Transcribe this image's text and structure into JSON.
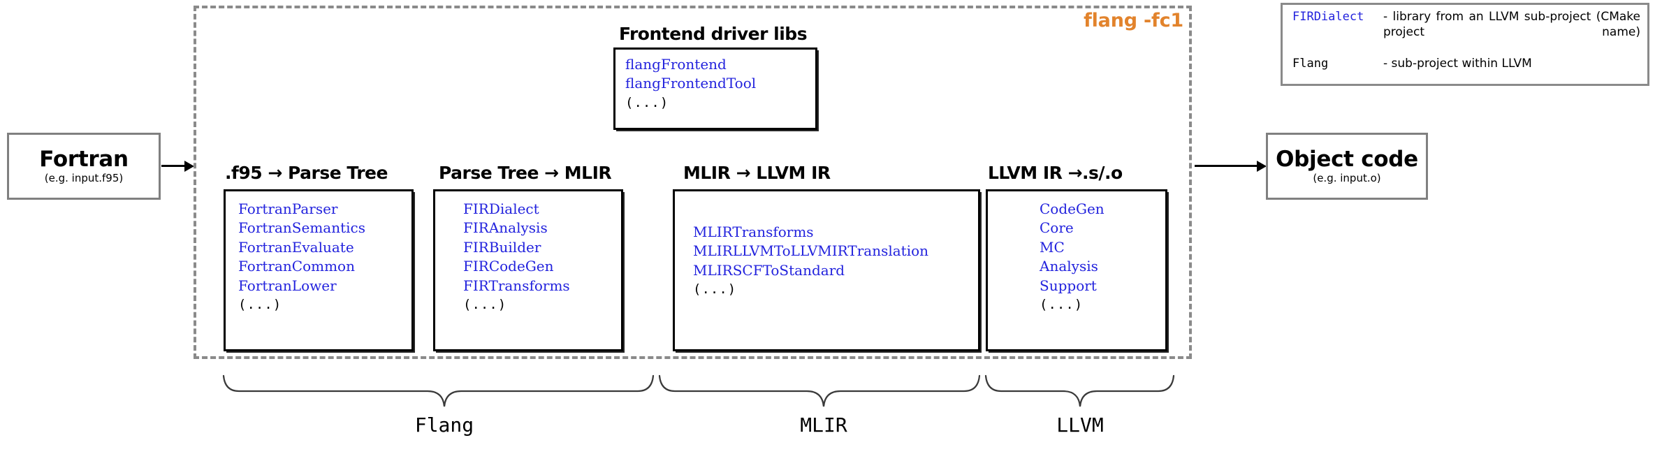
{
  "input_box": {
    "title": "Fortran",
    "subtitle": "(e.g. input.f95)"
  },
  "output_box": {
    "title": "Object code",
    "subtitle": "(e.g. input.o)"
  },
  "driver": {
    "label": "flang -fc1",
    "accent_color": "#E2832C"
  },
  "frontend_driver": {
    "title": "Frontend driver libs",
    "libs": [
      "flangFrontend",
      "flangFrontendTool",
      "(...)"
    ]
  },
  "stages": [
    {
      "title": ".f95 → Parse Tree",
      "libs": [
        "FortranParser",
        "FortranSemantics",
        "FortranEvaluate",
        "FortranCommon",
        "FortranLower",
        "(...)"
      ]
    },
    {
      "title": "Parse Tree → MLIR",
      "libs": [
        "FIRDialect",
        "FIRAnalysis",
        "FIRBuilder",
        "FIRCodeGen",
        "FIRTransforms",
        "(...)"
      ]
    },
    {
      "title": "MLIR → LLVM IR",
      "libs": [
        "MLIRTransforms",
        "MLIRLLVMToLLVMIRTranslation",
        "MLIRSCFToStandard",
        "(...)"
      ]
    },
    {
      "title": "LLVM IR →.s/.o",
      "libs": [
        "CodeGen",
        "Core",
        "MC",
        "Analysis",
        "Support",
        "(...)"
      ]
    }
  ],
  "legend": {
    "rows": [
      {
        "term": "FIRDialect",
        "term_style": "blue",
        "definition": "- library from an LLVM sub-project (CMake project name)"
      },
      {
        "term": "Flang",
        "term_style": "black",
        "definition": "- sub-project within LLVM"
      }
    ]
  },
  "groups": [
    {
      "label": "Flang"
    },
    {
      "label": "MLIR"
    },
    {
      "label": "LLVM"
    }
  ],
  "colors": {
    "library_text": "#2222dd",
    "box_border": "#000000",
    "endbox_border": "#808080",
    "dashed_border": "#8a8a8a"
  }
}
